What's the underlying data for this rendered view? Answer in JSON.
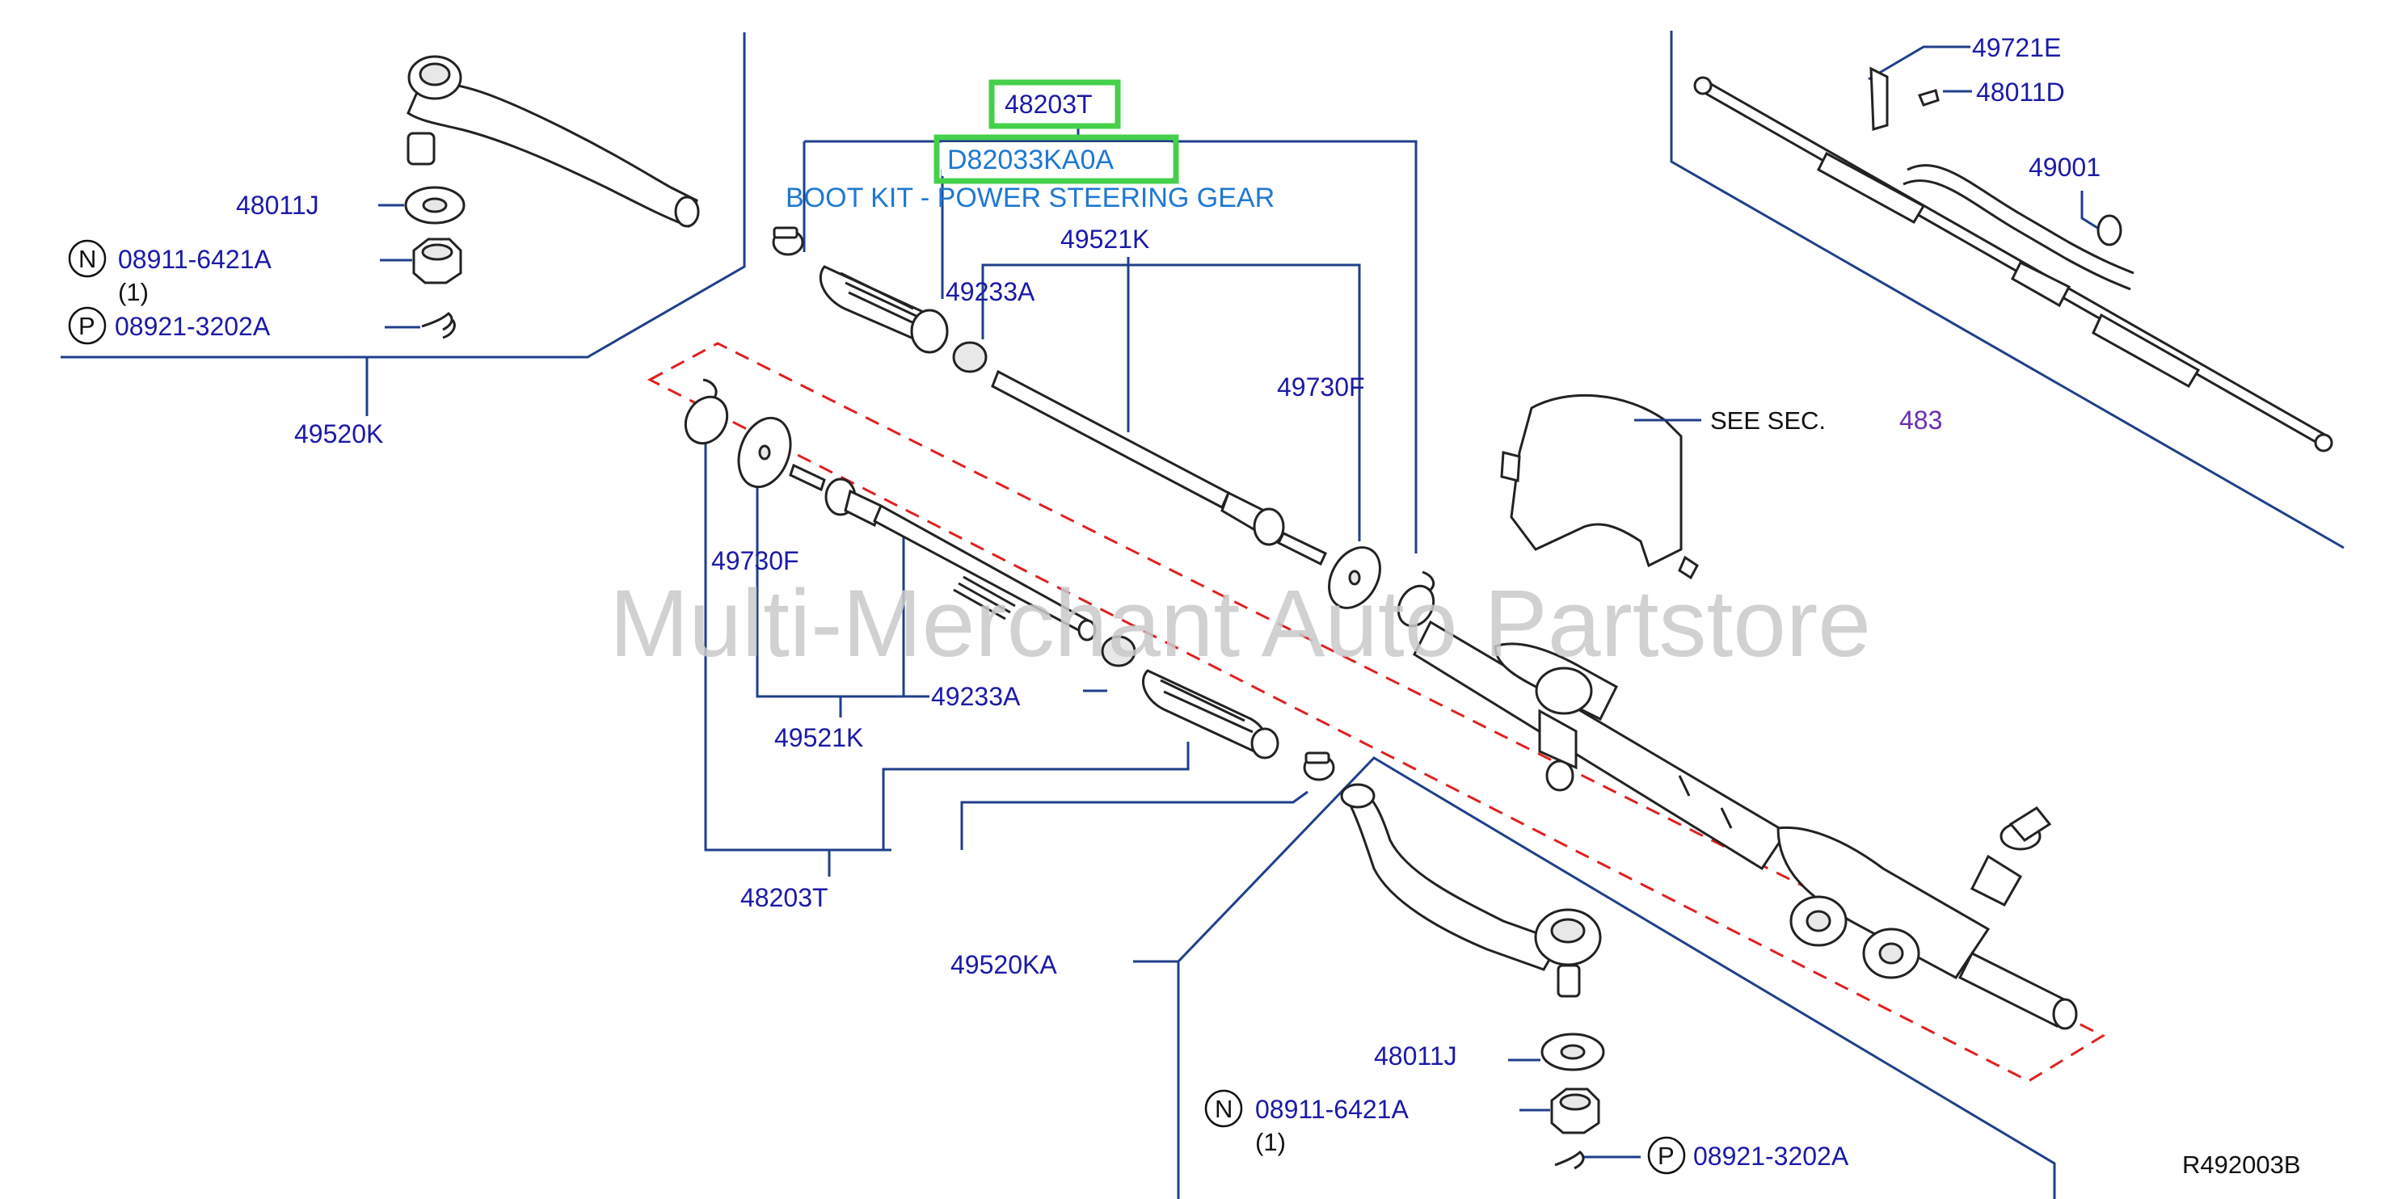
{
  "watermark": "Multi-Merchant Auto Partstore",
  "diagram_code": "R492003B",
  "highlight": {
    "part_code": "48203T",
    "sku": "D82033KA0A",
    "description": "BOOT KIT - POWER STEERING GEAR"
  },
  "see_section": {
    "text": "SEE   SEC.",
    "number": "483"
  },
  "labels": {
    "tl_48011J": "48011J",
    "tl_08911": "08911-6421A",
    "tl_qty": "(1)",
    "tl_08921": "08921-3202A",
    "tl_49520K": "49520K",
    "top_49521K": "49521K",
    "top_49233A": "49233A",
    "right_49730F": "49730F",
    "left_49730F": "49730F",
    "mid_49233A": "49233A",
    "mid_49521K": "49521K",
    "bottom_48203T": "48203T",
    "bottom_49520KA": "49520KA",
    "br_48011J": "48011J",
    "br_08911": "08911-6421A",
    "br_qty": "(1)",
    "br_08921": "08921-3202A",
    "tr_49721E": "49721E",
    "tr_48011D": "48011D",
    "tr_49001": "49001"
  },
  "symbols": {
    "n": "N",
    "p": "P"
  },
  "colors": {
    "label": "#1a1aa8",
    "highlight": "#44d04a",
    "boundary": "#e02020",
    "leader": "#1f3f8a"
  }
}
